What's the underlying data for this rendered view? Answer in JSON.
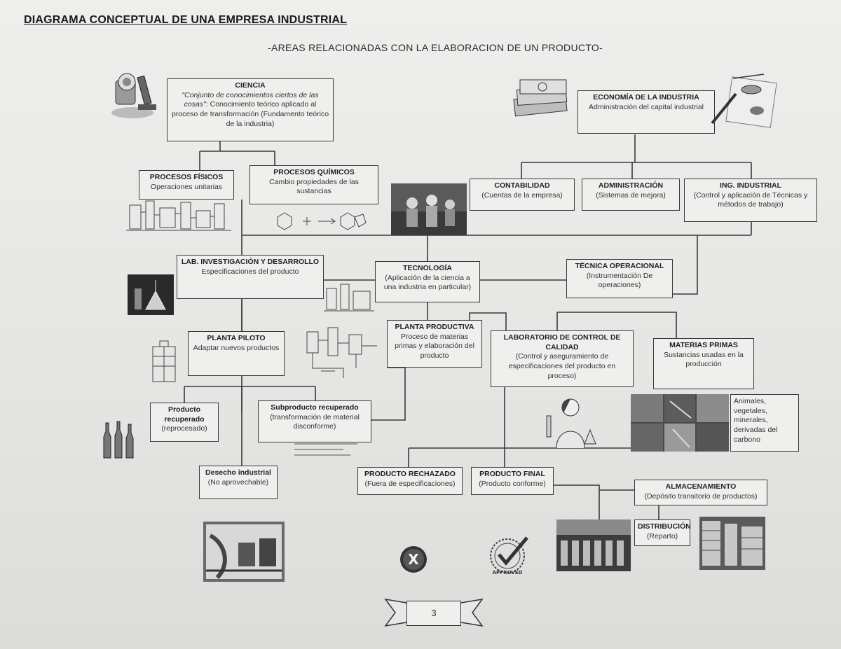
{
  "header": {
    "title": "DIAGRAMA CONCEPTUAL DE UNA EMPRESA INDUSTRIAL",
    "subtitle": "-AREAS RELACIONADAS CON LA ELABORACION DE UN PRODUCTO-"
  },
  "nodes": {
    "ciencia": {
      "title": "CIENCIA",
      "quote": "\"Conjunto de conocimientos ciertos de las cosas\"",
      "text": ": Conocimiento teórico aplicado al proceso de transformación (Fundamento teórico de la industria)"
    },
    "economia": {
      "title": "ECONOMÍA DE LA INDUSTRIA",
      "text": "Administración del capital industrial"
    },
    "procesos_fisicos": {
      "title": "PROCESOS FÍSICOS",
      "text": "Operaciones unitarias"
    },
    "procesos_quimicos": {
      "title": "PROCESOS QUÍMICOS",
      "text": "Cambio propiedades de las sustancias"
    },
    "contabilidad": {
      "title": "CONTABILIDAD",
      "text": "(Cuentas de la empresa)"
    },
    "administracion": {
      "title": "ADMINISTRACIÓN",
      "text": "(Sistemas de mejora)"
    },
    "ing_industrial": {
      "title": "ING. INDUSTRIAL",
      "text": "(Control y aplicación de Técnicas y métodos de trabajo)"
    },
    "lab_investigacion": {
      "title": "LAB. INVESTIGACIÓN Y DESARROLLO",
      "text": "Especificaciones del producto"
    },
    "tecnologia": {
      "title": "TECNOLOGÍA",
      "text": "(Aplicación de la ciencia a una industria en particular)"
    },
    "tecnica_operacional": {
      "title": "TÉCNICA OPERACIONAL",
      "text": "(Instrumentación De operaciones)"
    },
    "planta_piloto": {
      "title": "PLANTA PILOTO",
      "text": "Adaptar nuevos productos"
    },
    "planta_productiva": {
      "title": "PLANTA PRODUCTIVA",
      "text": "Proceso de materias primas y elaboración del producto"
    },
    "lab_control": {
      "title": "LABORATORIO DE CONTROL DE CALIDAD",
      "text": "(Control y aseguramiento de especificaciones del producto en proceso)"
    },
    "materias_primas": {
      "title": "MATERIAS PRIMAS",
      "text": "Sustancias usadas en la producción"
    },
    "materias_ejemplos": {
      "text": "Animales, vegetales, minerales, derivadas del carbono"
    },
    "producto_recuperado": {
      "title": "Producto recuperado",
      "text": "(reprocesado)"
    },
    "subproducto": {
      "title": "Subproducto recuperado",
      "text": "(transformación de material disconforme)"
    },
    "desecho": {
      "title": "Desecho industrial",
      "text": "(No aprovechable)"
    },
    "rechazado": {
      "title": "PRODUCTO RECHAZADO",
      "text": "(Fuera de especificaciones)"
    },
    "final": {
      "title": "PRODUCTO FINAL",
      "text": "(Producto conforme)"
    },
    "almacenamiento": {
      "title": "ALMACENAMIENTO",
      "text": "(Depósito transitorio de productos)"
    },
    "distribucion": {
      "title": "DISTRIBUCIÓN",
      "text": "(Reparto)"
    }
  },
  "footer": {
    "page_number": "3",
    "reject_symbol": "X",
    "stamp_text": "APPROVED"
  },
  "colors": {
    "line": "#3a3a3a",
    "box_bg": "#efefed",
    "page_bg": "#e8e8e6"
  }
}
